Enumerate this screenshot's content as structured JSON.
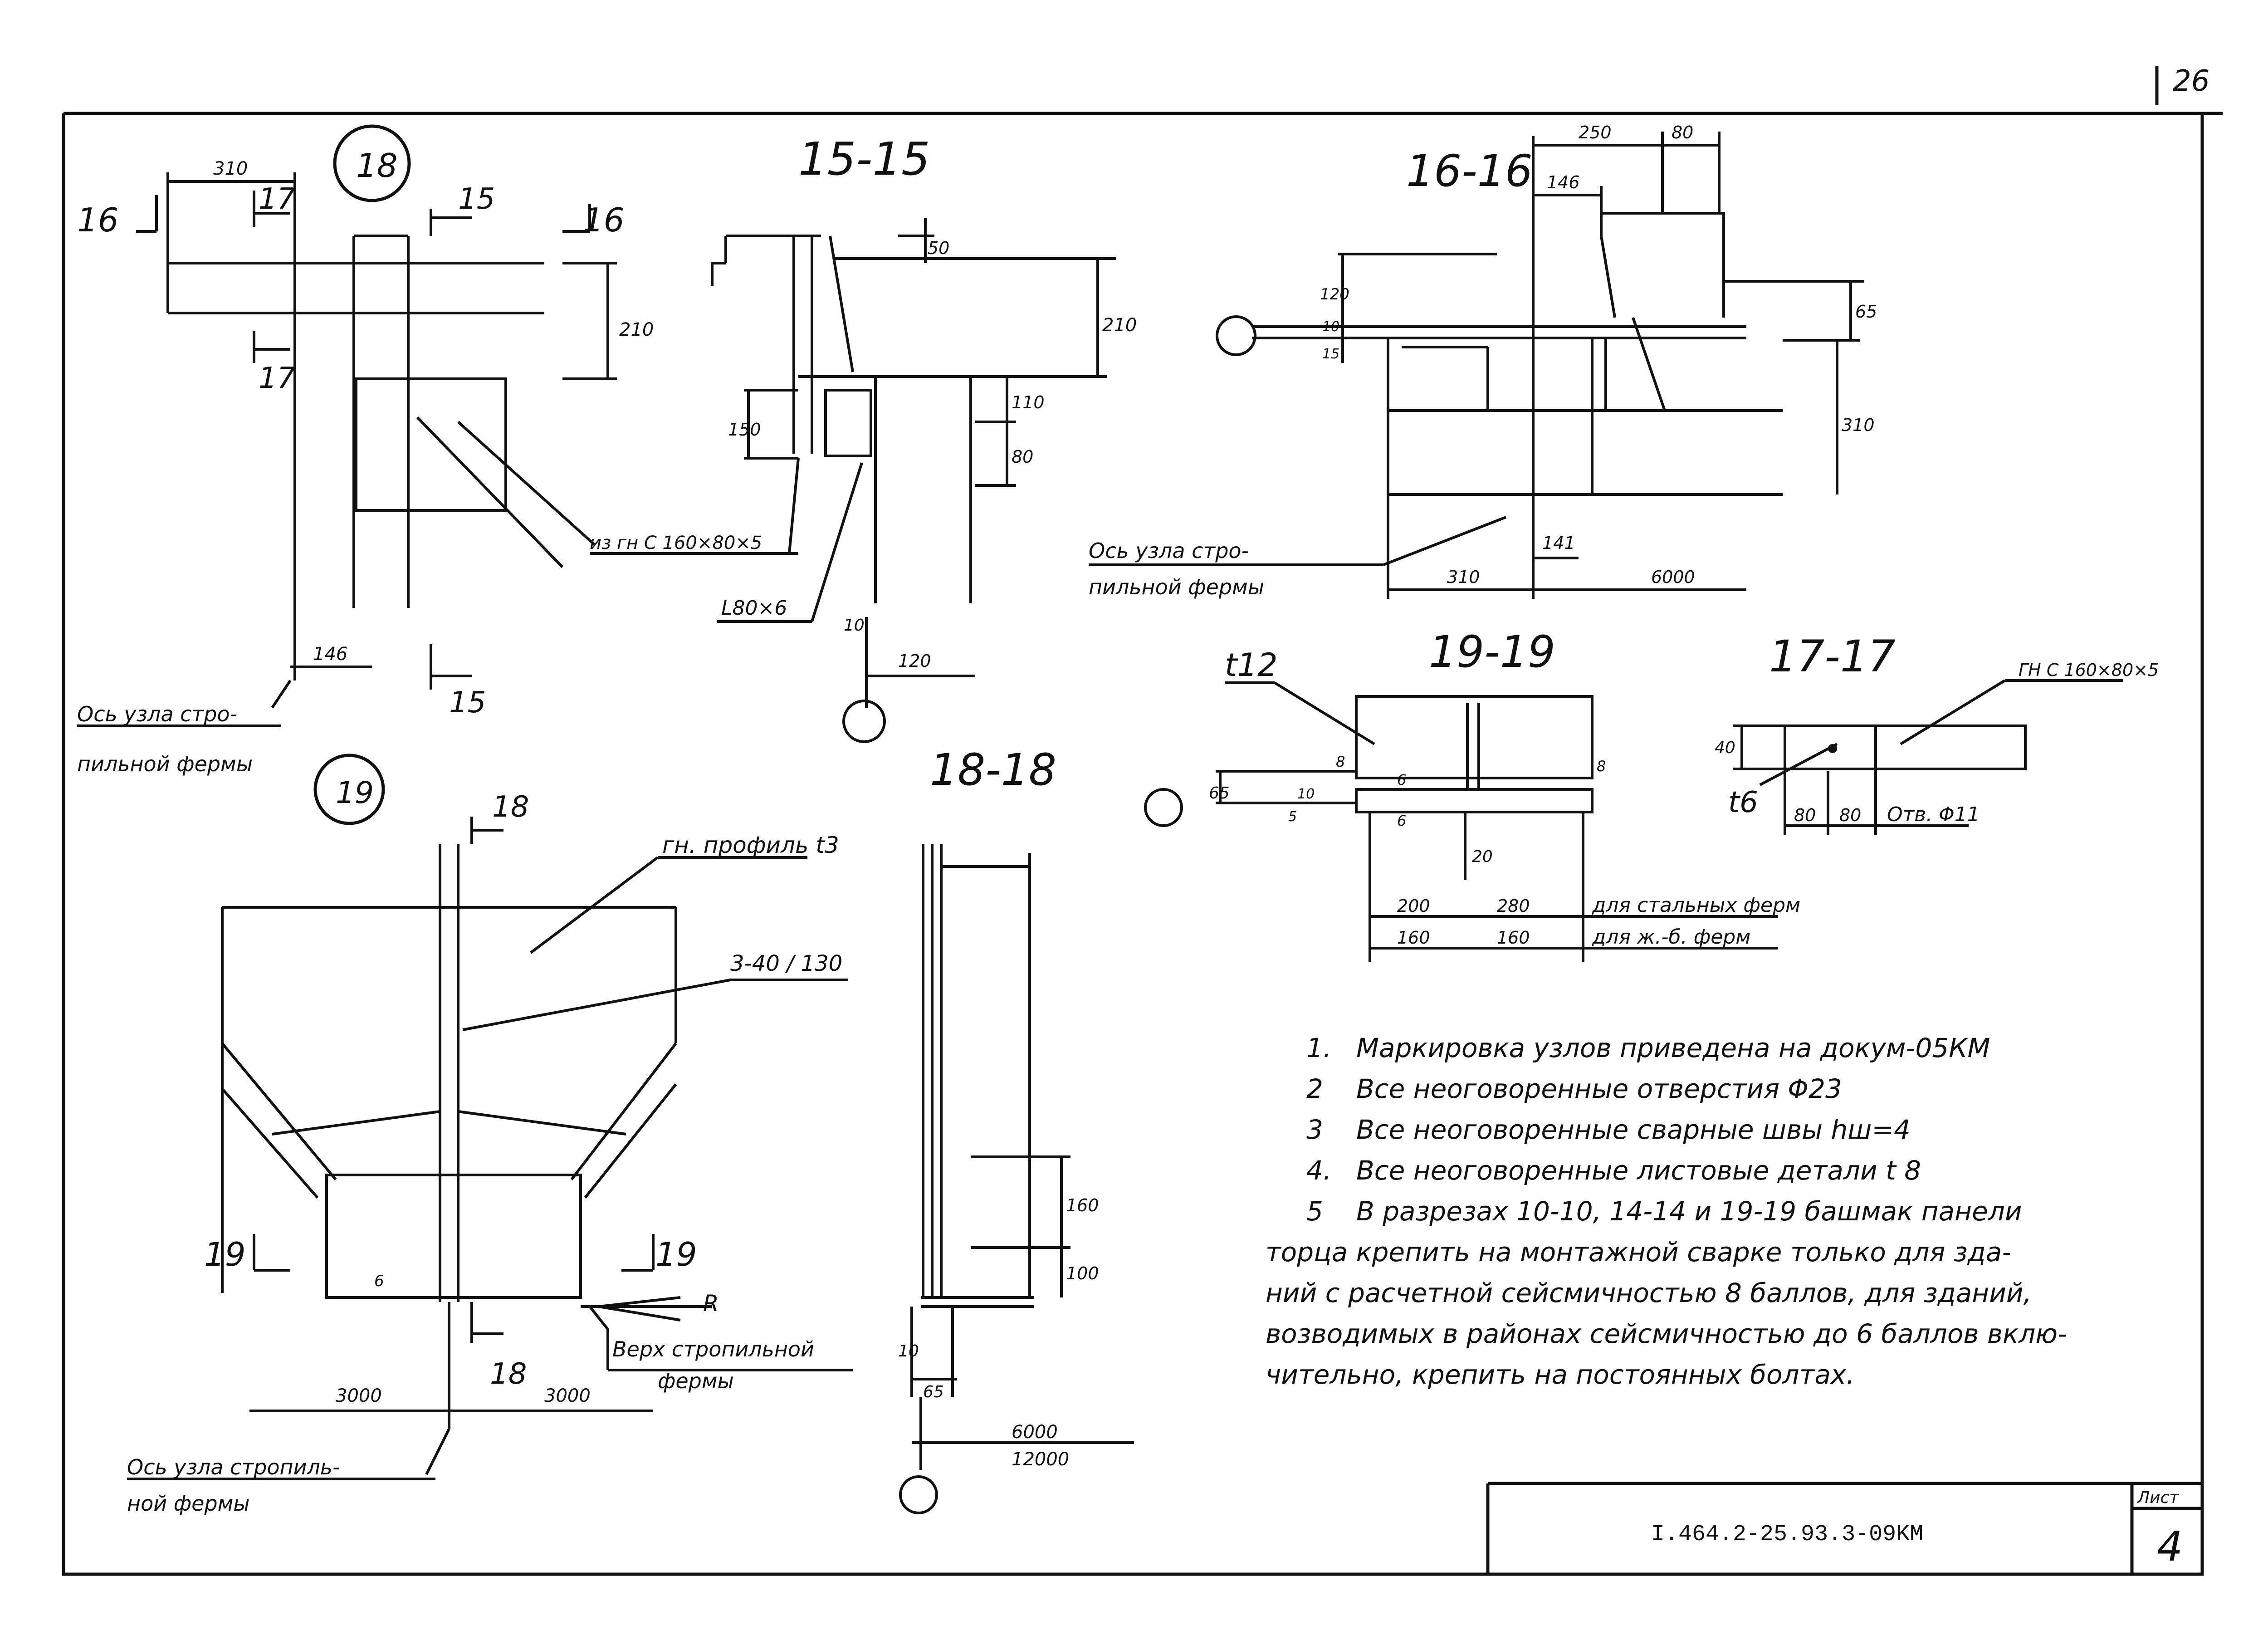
{
  "sheet": {
    "page_number": "26",
    "doc_code": "I.464.2-25.93.3-09KM",
    "list_label": "Лист",
    "list_number": "4"
  },
  "callouts": {
    "c18": "18",
    "c19": "19"
  },
  "views": {
    "node18": {
      "dim_310": "310",
      "dim_210": "210",
      "dim_146": "146",
      "cut16_left": "16",
      "cut16_right": "16",
      "cut17_top": "17",
      "cut17_bottom": "17",
      "cut15_top": "15",
      "cut15_bottom": "15",
      "axis_label_1": "Ось узла стро-",
      "axis_label_2": "пильной фермы"
    },
    "s15": {
      "title": "15-15",
      "dim_50": "50",
      "dim_210": "210",
      "dim_150": "150",
      "dim_110": "110",
      "dim_80": "80",
      "dim_10": "10",
      "dim_120": "120",
      "profile_note": "из гн С 160×80×5",
      "angle_note": "L80×6"
    },
    "s16": {
      "title": "16-16",
      "dim_250": "250",
      "dim_80": "80",
      "dim_146": "146",
      "dim_120": "120",
      "dim_10": "10",
      "dim_15": "15",
      "dim_65": "65",
      "dim_310v": "310",
      "dim_141": "141",
      "dim_310h": "310",
      "dim_6000": "6000",
      "axis_label_1": "Ось узла стро-",
      "axis_label_2": "пильной фермы"
    },
    "s19": {
      "title": "19-19",
      "plate": "t12",
      "dim_65": "65",
      "dim_8a": "8",
      "dim_8b": "8",
      "dim_6a": "6",
      "dim_6b": "6",
      "dim_5": "5",
      "dim_10": "10",
      "dim_20": "20",
      "dim_200": "200",
      "dim_280": "280",
      "dim_160a": "160",
      "dim_160b": "160",
      "note_steel": "для стальных ферм",
      "note_rc": "для ж.-б. ферм"
    },
    "s17": {
      "title": "17-17",
      "profile": "ГН С 160×80×5",
      "dim_40": "40",
      "plate": "t6",
      "dim_80a": "80",
      "dim_80b": "80",
      "hole": "Отв. Φ11"
    },
    "node19": {
      "cut18_top": "18",
      "cut18_bottom": "18",
      "cut19_left": "19",
      "cut19_right": "19",
      "profile_note": "гн. профиль t3",
      "bolts_note": "3-40 / 130",
      "plate_6": "6",
      "slope": "R",
      "top_note_1": "Верх стропильной",
      "top_note_2": "фермы",
      "dim_3000a": "3000",
      "dim_3000b": "3000",
      "axis_label_1": "Ось узла стропиль-",
      "axis_label_2": "ной фермы"
    },
    "s18": {
      "title": "18-18",
      "dim_160": "160",
      "dim_100": "100",
      "dim_10": "10",
      "dim_65": "65",
      "dim_6000": "6000",
      "dim_12000": "12000"
    }
  },
  "notes": [
    {
      "num": "1.",
      "text": "Маркировка узлов приведена на докум-05КМ"
    },
    {
      "num": "2",
      "text": "Все неоговоренные отверстия Φ23"
    },
    {
      "num": "3",
      "text": "Все неоговоренные сварные швы hш=4"
    },
    {
      "num": "4.",
      "text": "Все неоговоренные листовые детали t 8"
    },
    {
      "num": "5",
      "text": "В разрезах 10-10, 14-14 и 19-19 башмак панели"
    },
    {
      "num": "",
      "text": "торца крепить на монтажной сварке только для зда-"
    },
    {
      "num": "",
      "text": "ний с расчетной сейсмичностью 8 баллов, для зданий,"
    },
    {
      "num": "",
      "text": "возводимых в районах сейсмичностью до 6 баллов вклю-"
    },
    {
      "num": "",
      "text": "чительно, крепить на постоянных болтах."
    }
  ]
}
